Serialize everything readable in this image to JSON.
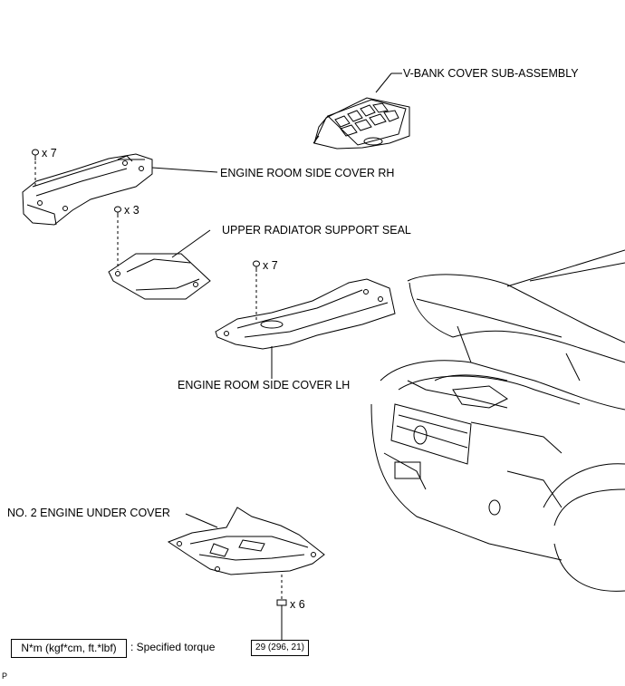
{
  "labels": {
    "vbank": "V-BANK COVER SUB-ASSEMBLY",
    "side_rh": "ENGINE ROOM SIDE COVER RH",
    "radiator_seal": "UPPER RADIATOR SUPPORT SEAL",
    "side_lh": "ENGINE ROOM SIDE COVER LH",
    "under_cover": "NO. 2 ENGINE UNDER COVER"
  },
  "quantities": {
    "rh_clips": "x 7",
    "seal_clips": "x 3",
    "lh_clips": "x 7",
    "under_bolts": "x 6"
  },
  "legend": {
    "unit": "N*m (kgf*cm, ft.*lbf)",
    "description": ": Specified torque",
    "torque_value": "29 (296, 21)"
  },
  "figure_code": "P"
}
